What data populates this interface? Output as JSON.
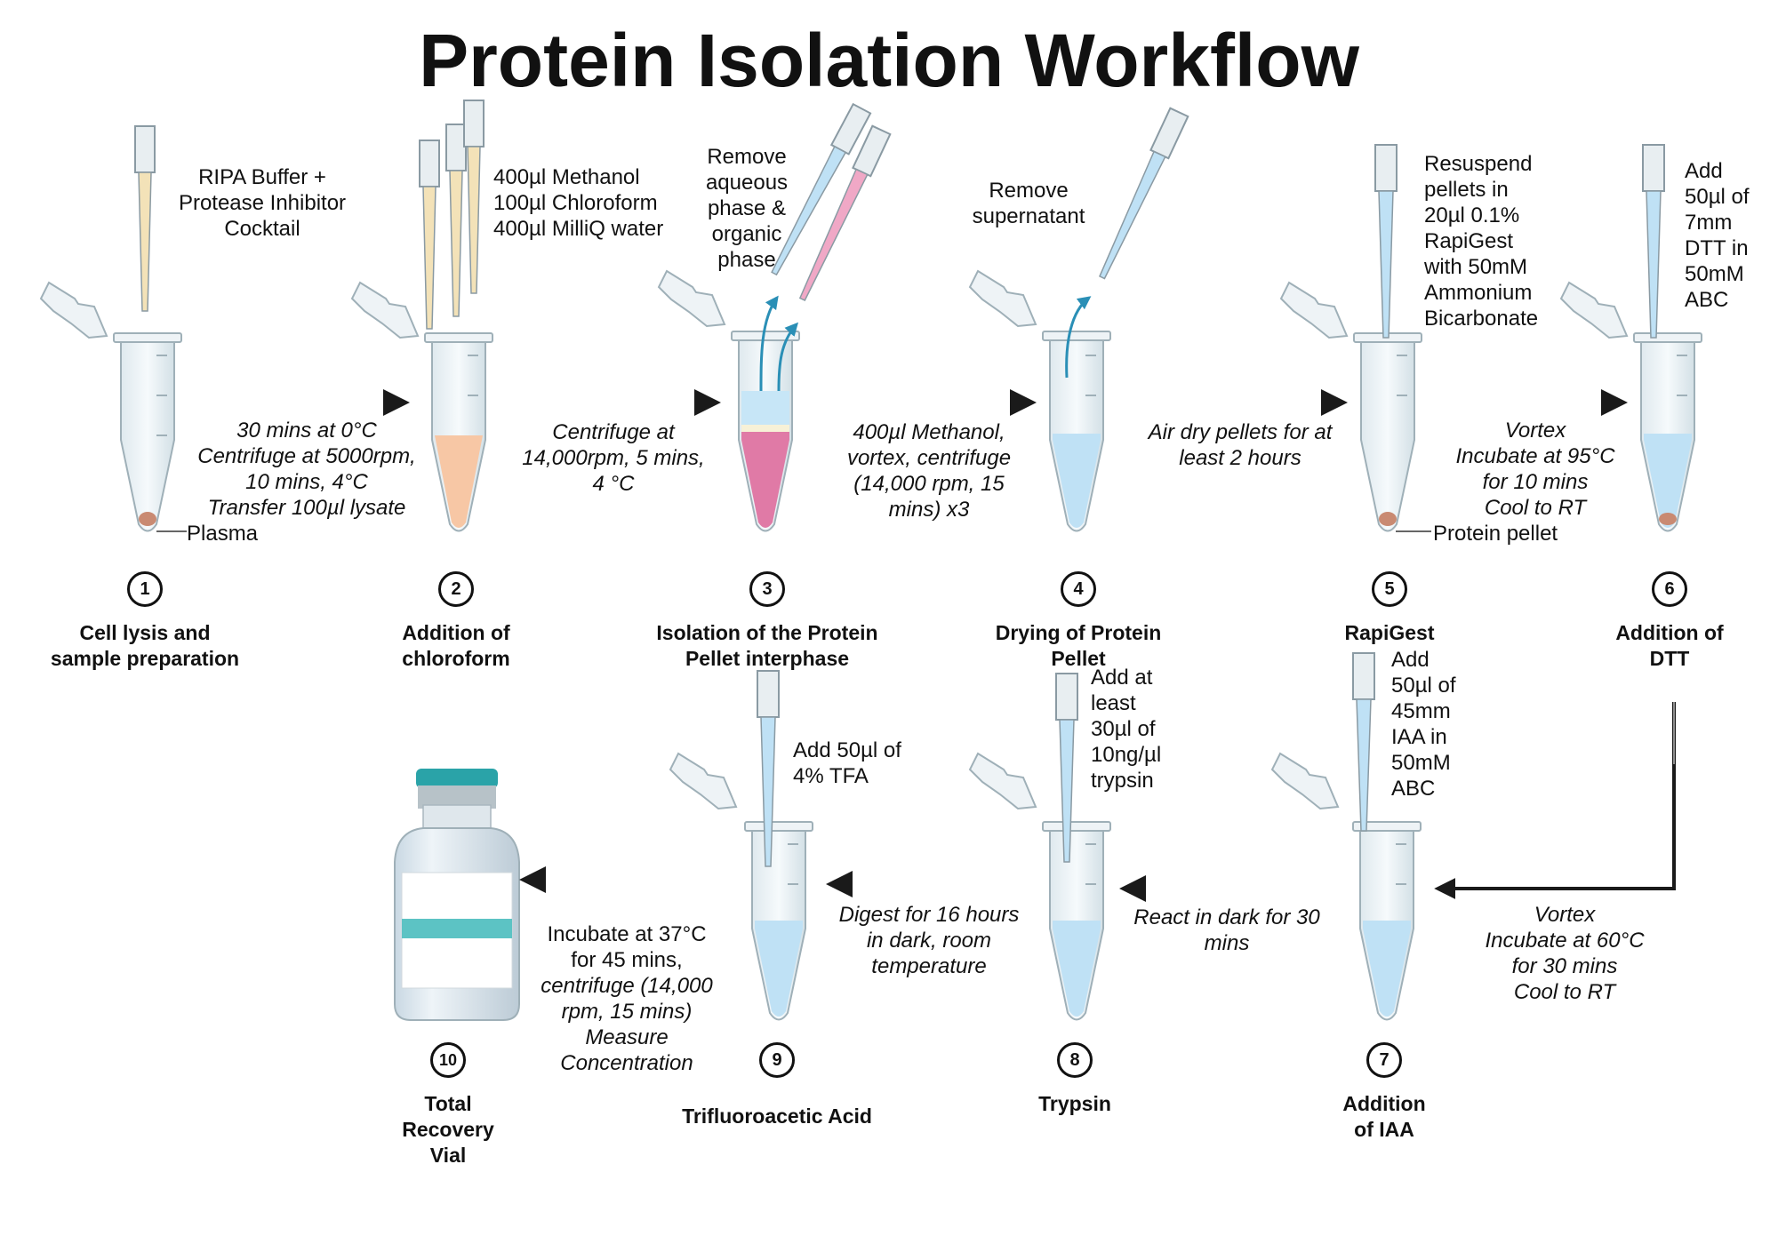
{
  "title": "Protein Isolation Workflow",
  "colors": {
    "tube_glass": "#e4eef2",
    "tube_outline": "#9fb0b8",
    "orange_liquid": "#f7c7a5",
    "pink_liquid": "#e07aa6",
    "blue_liquid": "#bfe1f5",
    "aqueous_layer": "#c7e6f7",
    "pellet": "#c98a72",
    "pipette_yellow": "#f3e2b8",
    "pipette_blue": "#bfe1f5",
    "pipette_pink": "#f0a8c6",
    "arrow": "#1a1a1a",
    "teal_arrow": "#2a8fb6",
    "vial_cap": "#2aa3a8",
    "vial_band": "#5cc3c4"
  },
  "steps": [
    {
      "number": "1",
      "title": "Cell lysis and\nsample preparation",
      "reagent": "RIPA Buffer +\nProtease Inhibitor\nCocktail",
      "side_label": "Plasma"
    },
    {
      "number": "2",
      "title": "Addition of\nchloroform",
      "reagent": "400µl Methanol\n100µl Chloroform\n400µl MilliQ water"
    },
    {
      "number": "3",
      "title": "Isolation of the Protein\nPellet interphase",
      "reagent": "Remove\naqueous\nphase &\norganic\nphase"
    },
    {
      "number": "4",
      "title": "Drying of Protein\nPellet",
      "reagent": "Remove\nsupernatant"
    },
    {
      "number": "5",
      "title": "RapiGest",
      "reagent": "Resuspend\npellets in\n20µl 0.1%\nRapiGest\nwith 50mM\nAmmonium\nBicarbonate",
      "side_label": "Protein pellet"
    },
    {
      "number": "6",
      "title": "Addition of\nDTT",
      "reagent": "Add\n50µl of\n7mm\nDTT in\n50mM\nABC"
    },
    {
      "number": "7",
      "title": "Addition\nof IAA",
      "reagent": "Add\n50µl of\n45mm\nIAA in\n50mM\nABC"
    },
    {
      "number": "8",
      "title": "Trypsin",
      "reagent": "Add at\nleast\n30µl of\n10ng/µl\ntrypsin"
    },
    {
      "number": "9",
      "title": "Trifluoroacetic Acid",
      "reagent": "Add 50µl of\n4% TFA"
    },
    {
      "number": "10",
      "title": "Total\nRecovery\nVial"
    }
  ],
  "transitions": [
    {
      "from": "1",
      "to": "2",
      "text": "30 mins at 0°C\nCentrifuge at 5000rpm,\n10 mins, 4°C\nTransfer 100µl lysate"
    },
    {
      "from": "2",
      "to": "3",
      "text": "Centrifuge at\n14,000rpm, 5 mins,\n4 °C"
    },
    {
      "from": "3",
      "to": "4",
      "text": "400µl Methanol,\nvortex, centrifuge\n(14,000 rpm, 15\nmins) x3"
    },
    {
      "from": "4",
      "to": "5",
      "text": "Air dry pellets for at\nleast 2 hours"
    },
    {
      "from": "5",
      "to": "6",
      "text": "Vortex\nIncubate at 95°C\nfor 10 mins\nCool to RT"
    },
    {
      "from": "6",
      "to": "7",
      "text": "Vortex\nIncubate at 60°C\nfor 30 mins\nCool to RT"
    },
    {
      "from": "7",
      "to": "8",
      "text": "React in dark for 30\nmins"
    },
    {
      "from": "8",
      "to": "9",
      "text": "Digest for 16 hours\nin dark, room\ntemperature"
    },
    {
      "from": "9",
      "to": "10",
      "text_normal": "Incubate at 37°C\nfor 45 mins,",
      "text_italic": "centrifuge (14,000\nrpm, 15 mins)\nMeasure\nConcentration"
    }
  ]
}
